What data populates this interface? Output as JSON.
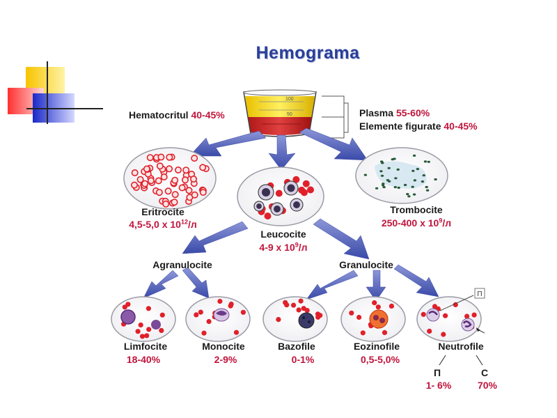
{
  "title": "Hemograma",
  "hematocrit": {
    "label": "Hematocritul ",
    "value": "40-45%"
  },
  "plasma": {
    "label": "Plasma ",
    "value": "55-60%"
  },
  "formed": {
    "label": "Elemente figurate ",
    "value": "40-45%"
  },
  "beaker": {
    "mark_top": "100",
    "mark_mid": "50"
  },
  "erythrocytes": {
    "label": "Eritrocite",
    "value_pre": "4,5-5,0 x 10",
    "value_exp": "12",
    "value_post": "/л"
  },
  "thrombocytes": {
    "label": "Trombocite",
    "value_pre": "250-400 x 10",
    "value_exp": "9",
    "value_post": "/л"
  },
  "leukocytes": {
    "label": "Leucocite",
    "value_pre": "4-9 x 10",
    "value_exp": "9",
    "value_post": "/л"
  },
  "agranulocytes": {
    "label": "Agranulocite"
  },
  "granulocytes": {
    "label": "Granulocite"
  },
  "lymphocytes": {
    "label": "Limfocite",
    "value": "18-40%"
  },
  "monocytes": {
    "label": "Monocite",
    "value": "2-9%"
  },
  "basophils": {
    "label": "Bazofile",
    "value": "0-1%"
  },
  "eosinophils": {
    "label": "Eozinofile",
    "value": "0,5-5,0%"
  },
  "neutrophils": {
    "label": "Neutrofile",
    "band": {
      "letter": "П",
      "value": "1- 6%"
    },
    "segmented": {
      "letter": "С",
      "value": "70%"
    },
    "pointer_label": "П"
  },
  "colors": {
    "title": "#2a3f9a",
    "value": "#c0143c",
    "arrow": "#5868c0",
    "rbc": "#e0202a",
    "platelet": "#2a5a3a"
  }
}
